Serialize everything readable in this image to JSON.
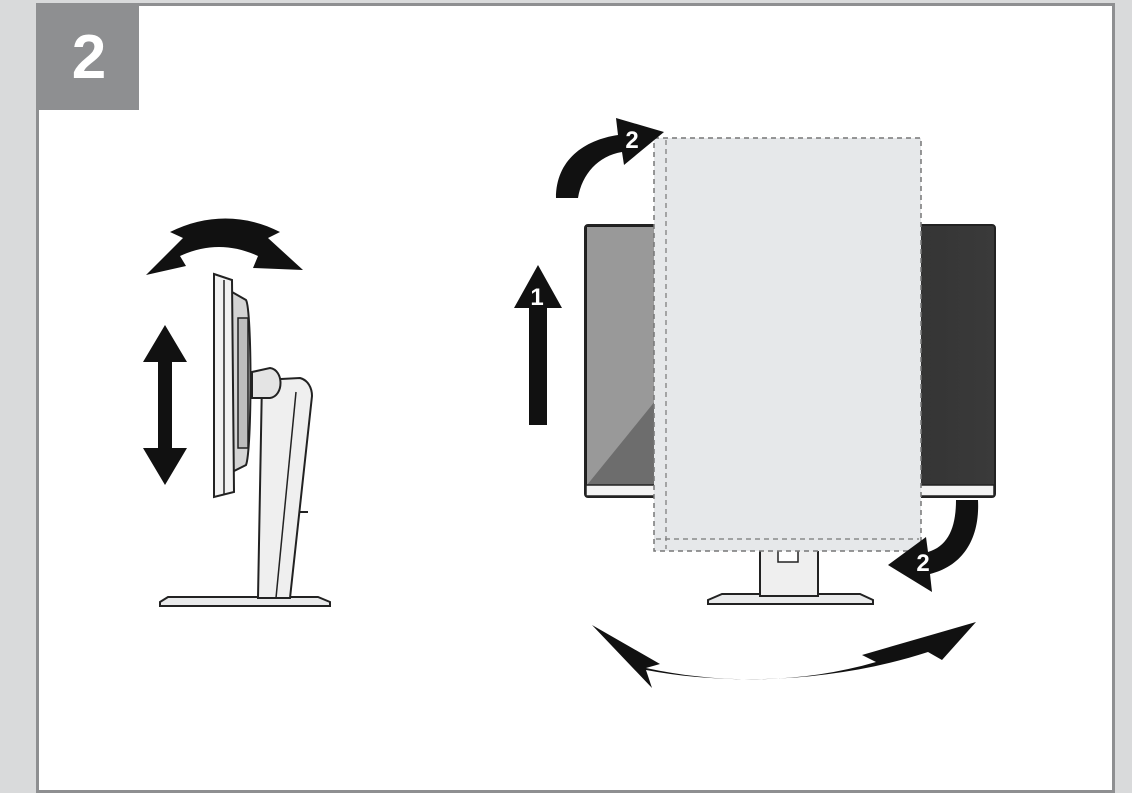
{
  "step_number": "2",
  "arrow_labels": {
    "raise": "1",
    "rotate_top": "2",
    "rotate_bottom": "2"
  },
  "colors": {
    "background": "#d9dadb",
    "frame": "#8e8f91",
    "badge": "#8e8f91",
    "arrow": "#111111",
    "portrait_overlay": "#e6e8ea"
  }
}
